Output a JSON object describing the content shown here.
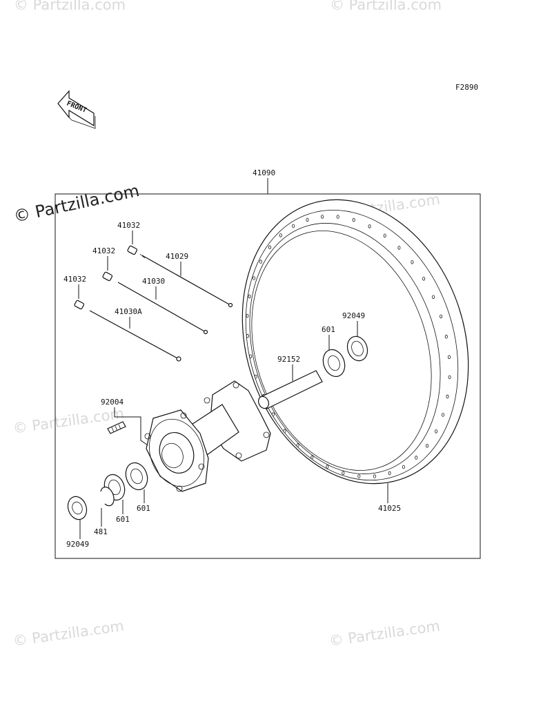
{
  "figure_code": "F2890",
  "front_arrow_text": "FRONT",
  "assembly_label": "41090",
  "parts": {
    "nipple_a": "41032",
    "nipple_b": "41032",
    "nipple_c": "41032",
    "spoke_41029": "41029",
    "spoke_41030": "41030",
    "spoke_41030a": "41030A",
    "seal_right": "92049",
    "bearing_right": "601",
    "collar": "92152",
    "stud": "92004",
    "bearing_left_outer": "601",
    "bearing_left_inner": "601",
    "circlip": "481",
    "seal_left": "92049",
    "rim": "41025"
  },
  "watermarks": {
    "corner": "© Partzilla.com",
    "main": "© Partzilla.com"
  }
}
